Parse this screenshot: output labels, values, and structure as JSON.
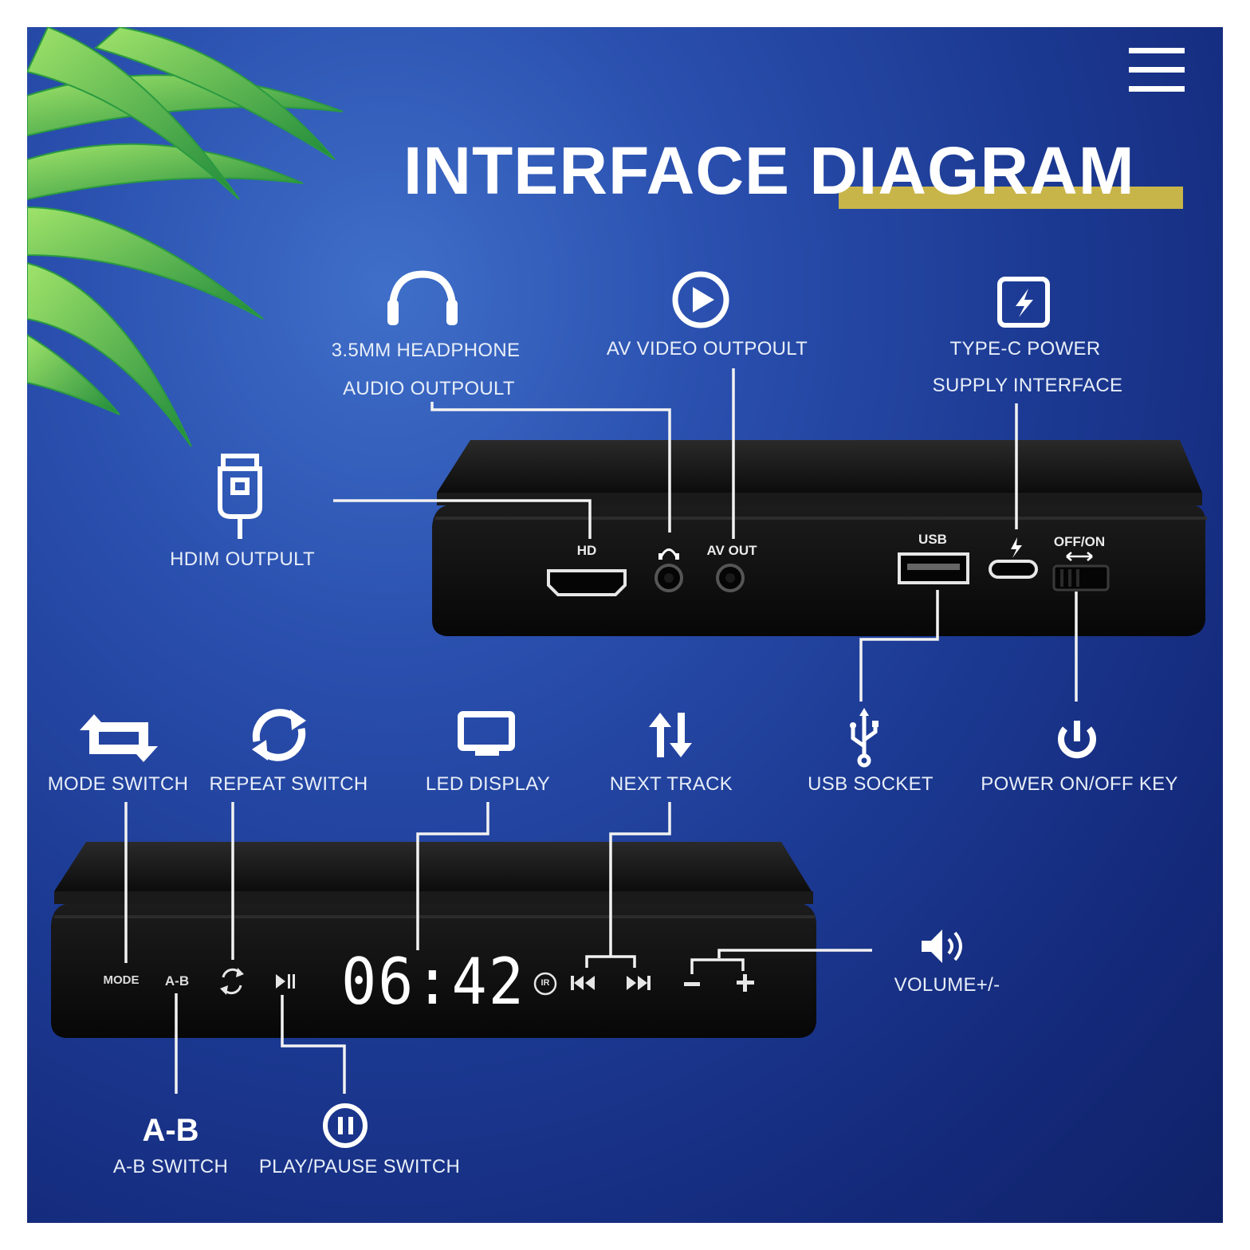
{
  "title": "INTERFACE DIAGRAM",
  "colors": {
    "background": "#1c3a93",
    "accent": "#c8b54a",
    "text": "#e8eef8",
    "device": "#141414"
  },
  "icons": [
    "menu-icon",
    "palm-leaf",
    "headphone-icon",
    "play-circle-icon",
    "type-c-power-icon",
    "hdmi-plug-icon",
    "mode-switch-icon",
    "repeat-icon",
    "monitor-icon",
    "next-track-icon",
    "usb-icon",
    "power-icon",
    "volume-icon",
    "pause-circle-icon"
  ],
  "callouts": {
    "headphone": {
      "line1": "3.5MM HEADPHONE",
      "line2": "AUDIO OUTPOULT"
    },
    "av_video": "AV VIDEO OUTPOULT",
    "type_c": {
      "line1": "TYPE-C POWER",
      "line2": "SUPPLY INTERFACE"
    },
    "hdmi": "HDIM OUTPULT",
    "mode": "MODE SWITCH",
    "repeat": "REPEAT SWITCH",
    "led": "LED DISPLAY",
    "next": "NEXT TRACK",
    "usb": "USB SOCKET",
    "power": "POWER ON/OFF KEY",
    "volume": "VOLUME+/-",
    "ab_big": "A-B",
    "ab": "A-B SWITCH",
    "play_pause": "PLAY/PAUSE SWITCH"
  },
  "rear_panel": {
    "hd": "HD",
    "av_out": "AV OUT",
    "usb": "USB",
    "off_on": "OFF/ON"
  },
  "front_panel": {
    "mode": "MODE",
    "ab": "A-B",
    "ir": "IR",
    "display_time": "06:42"
  }
}
